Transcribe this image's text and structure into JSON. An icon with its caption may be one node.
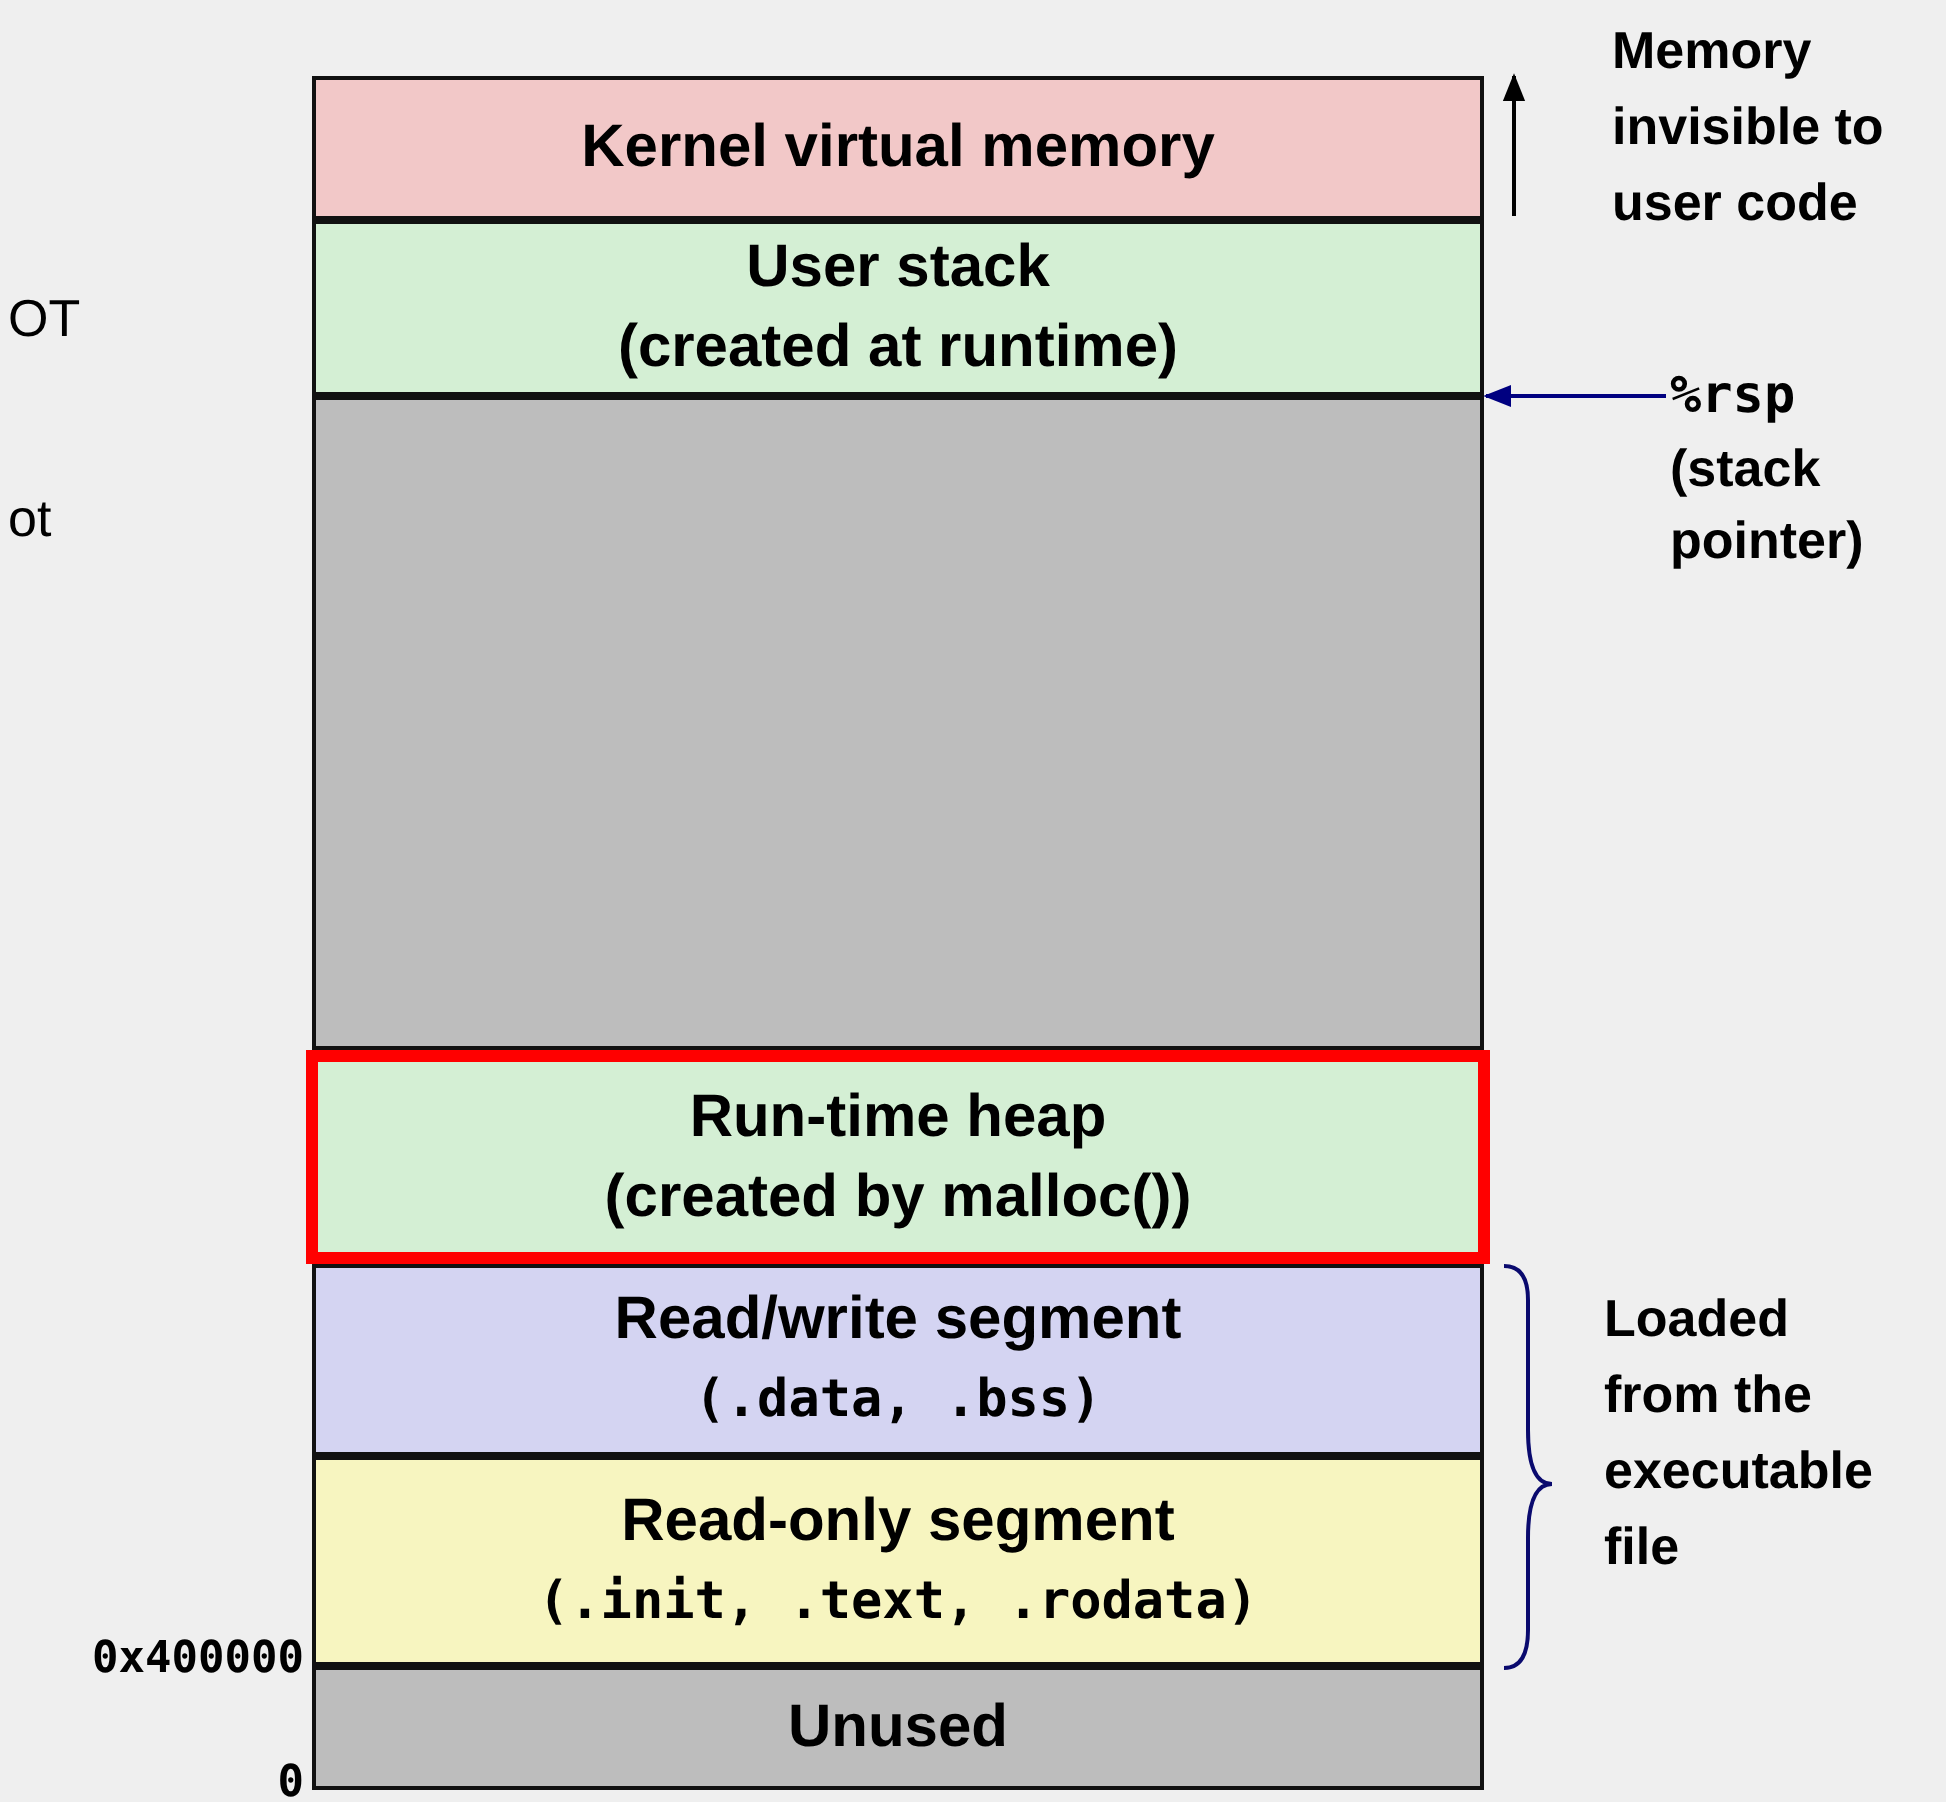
{
  "diagram": {
    "nodes": [
      {
        "text": [
          "Kernel virtual memory"
        ]
      },
      {
        "text": [
          "User stack",
          "(created at runtime)"
        ]
      },
      {
        "text": [],
        "shape": "box"
      },
      {
        "text": [
          "Run-time heap",
          "(created by malloc())"
        ]
      },
      {
        "text": [
          "Read/write segment",
          "(.data, .bss)"
        ]
      },
      {
        "text": [
          "Read-only segment",
          "(.init, .text, .rodata)"
        ]
      },
      {
        "text": [
          "Unused"
        ]
      },
      {
        "text": [
          "%rsp",
          "(stack pointer)"
        ]
      }
    ],
    "edges": [
      {
        "from": 7,
        "to": 1,
        "arrow": "to",
        "color": "#000080"
      }
    ],
    "labels": [
      "Memory invisible to user code",
      "OT",
      "ot",
      "Loaded from the executable file",
      "0x400000",
      "0"
    ]
  }
}
